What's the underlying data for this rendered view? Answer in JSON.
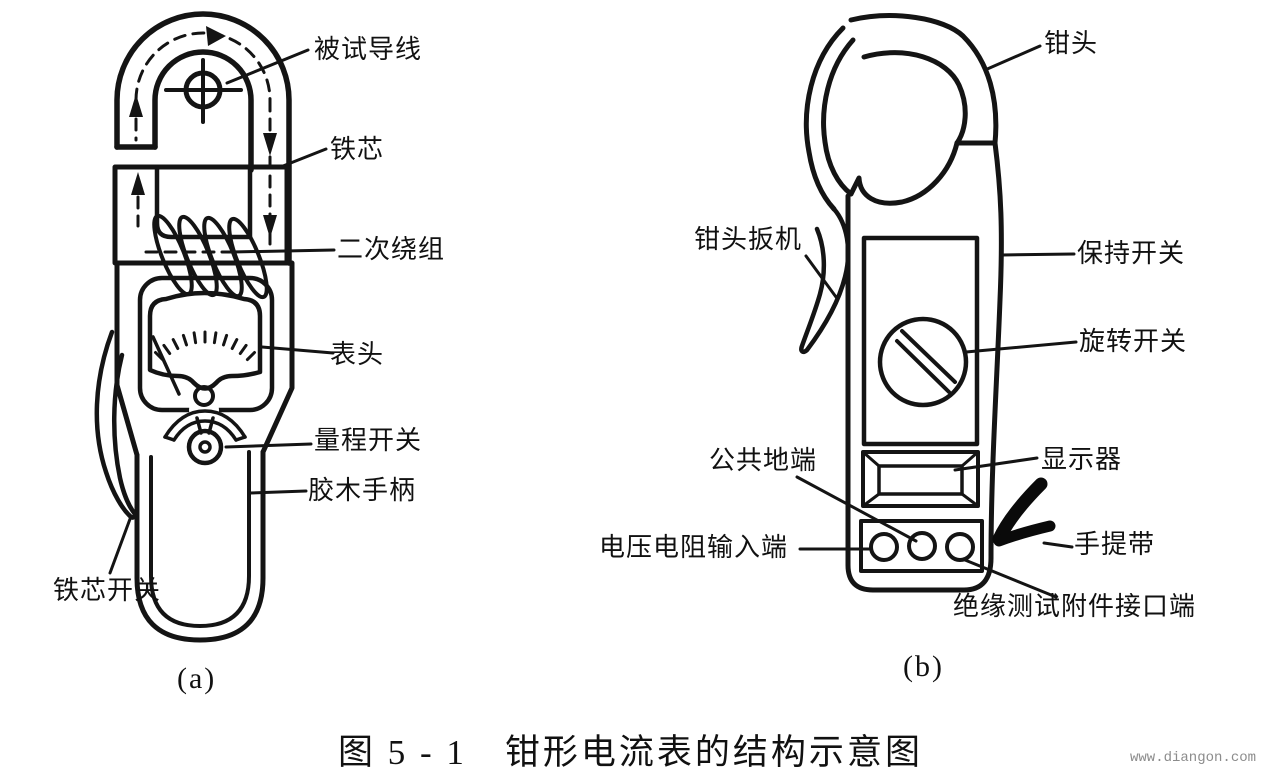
{
  "figure": {
    "caption": "图 5 - 1　钳形电流表的结构示意图",
    "watermark": "www.diangon.com",
    "colors": {
      "line": "#141414",
      "background": "#ffffff",
      "watermark": "#8c8c8c"
    },
    "panel_a": {
      "tag": "(a)",
      "labels": {
        "wire_under_test": "被试导线",
        "iron_core": "铁芯",
        "secondary_winding": "二次绕组",
        "meter_head": "表头",
        "range_switch": "量程开关",
        "bakelite_handle": "胶木手柄",
        "iron_core_switch": "铁芯开关"
      }
    },
    "panel_b": {
      "tag": "(b)",
      "labels": {
        "clamp_head": "钳头",
        "clamp_trigger": "钳头扳机",
        "hold_switch": "保持开关",
        "rotary_switch": "旋转开关",
        "common_ground_terminal": "公共地端",
        "display": "显示器",
        "voltage_resistance_input_terminal": "电压电阻输入端",
        "hand_strap": "手提带",
        "insulation_test_accessory_port": "绝缘测试附件接口端"
      }
    }
  }
}
